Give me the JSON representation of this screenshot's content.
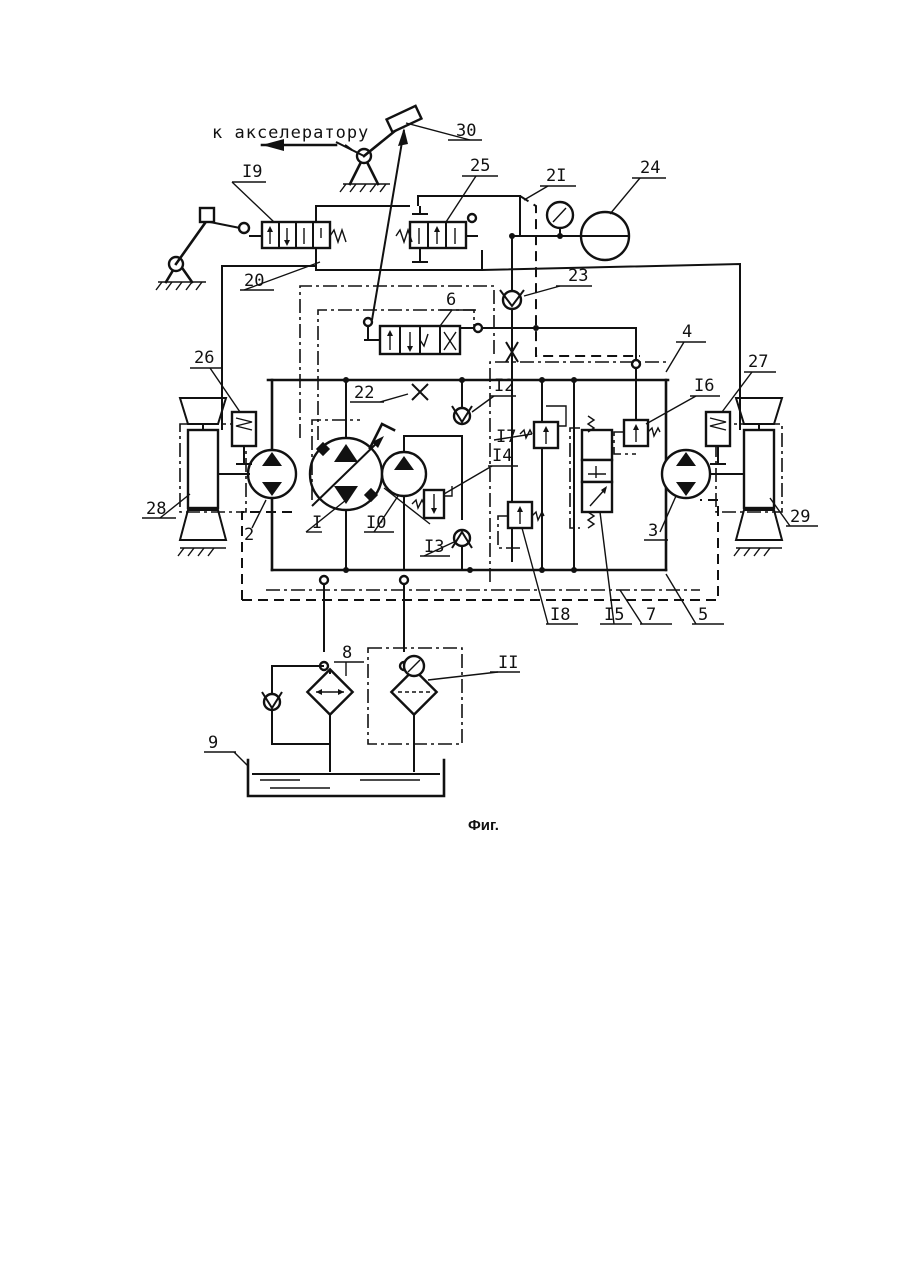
{
  "figure": {
    "caption": "Фиг.",
    "arrow_text": "к акселератору"
  },
  "labels": {
    "l30": "30",
    "l25": "25",
    "l21": "2I",
    "l24": "24",
    "l19": "I9",
    "l20": "20",
    "l23": "23",
    "l6": "6",
    "l4": "4",
    "l26": "26",
    "l27": "27",
    "l22": "22",
    "l12": "I2",
    "l16": "I6",
    "l17": "I7",
    "l14": "I4",
    "l28": "28",
    "l29": "29",
    "l2": "2",
    "l1": "I",
    "l10": "I0",
    "l13": "I3",
    "l3": "3",
    "l18": "I8",
    "l15": "I5",
    "l7": "7",
    "l5": "5",
    "l8": "8",
    "l11": "II",
    "l9": "9"
  }
}
